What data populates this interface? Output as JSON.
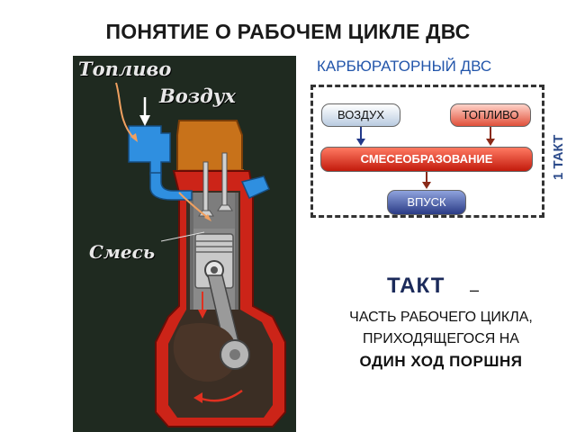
{
  "title": "ПОНЯТИЕ О РАБОЧЕМ ЦИКЛЕ ДВС",
  "engine_image": {
    "labels": {
      "fuel": "Топливо",
      "air": "Воздух",
      "mixture": "Смесь"
    }
  },
  "scheme": {
    "title": "КАРБЮРАТОРНЫЙ ДВС",
    "side_label": "1 ТАКТ",
    "nodes": {
      "air": "ВОЗДУХ",
      "fuel": "ТОПЛИВО",
      "mixing": "СМЕСЕОБРАЗОВАНИЕ",
      "intake": "ВПУСК"
    }
  },
  "definition": {
    "term": "ТАКТ",
    "dash": "–",
    "line1": "ЧАСТЬ РАБОЧЕГО ЦИКЛА,",
    "line2": "ПРИХОДЯЩЕГОСЯ НА",
    "line3": "ОДИН ХОД ПОРШНЯ"
  },
  "colors": {
    "engine_block": "#cc2418",
    "cylinder_head": "#c8721a",
    "carburetor": "#2f8fe0",
    "panel_background": "#1f2a20",
    "accent_blue": "#2255aa"
  }
}
